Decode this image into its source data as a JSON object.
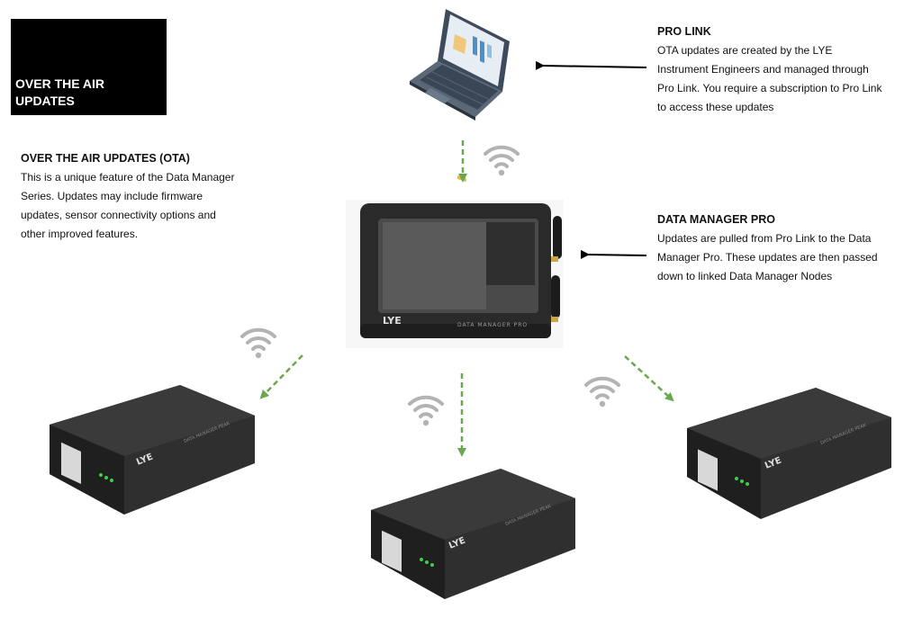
{
  "title_box": {
    "label": "OVER THE AIR UPDATES"
  },
  "ota": {
    "heading": "OVER THE AIR UPDATES (OTA)",
    "lines": [
      "This is a unique feature of the Data Manager",
      "Series. Updates may include firmware",
      "updates, sensor connectivity options and",
      "other improved features."
    ]
  },
  "pro_link": {
    "heading": "PRO LINK",
    "lines": [
      "OTA updates are created by the LYE",
      "Instrument Engineers and managed through",
      "Pro Link. You require a subscription to Pro Link",
      "to access these updates"
    ]
  },
  "data_manager_pro": {
    "heading": "DATA MANAGER PRO",
    "lines": [
      "Updates are pulled from Pro Link to the Data",
      "Manager Pro. These updates are then passed",
      "down to linked Data Manager Nodes"
    ],
    "device_label": "DATA MANAGER PRO",
    "logo": "LYE"
  },
  "nodes": {
    "label": "DATA MANAGER PEAK",
    "logo": "LYE"
  },
  "colors": {
    "arrow_green": "#6aa84f",
    "arrow_black": "#000000",
    "wifi_gray": "#b3b3b3",
    "device_dark": "#2b2b2b"
  },
  "icons": [
    "laptop-icon",
    "wifi-icon"
  ]
}
